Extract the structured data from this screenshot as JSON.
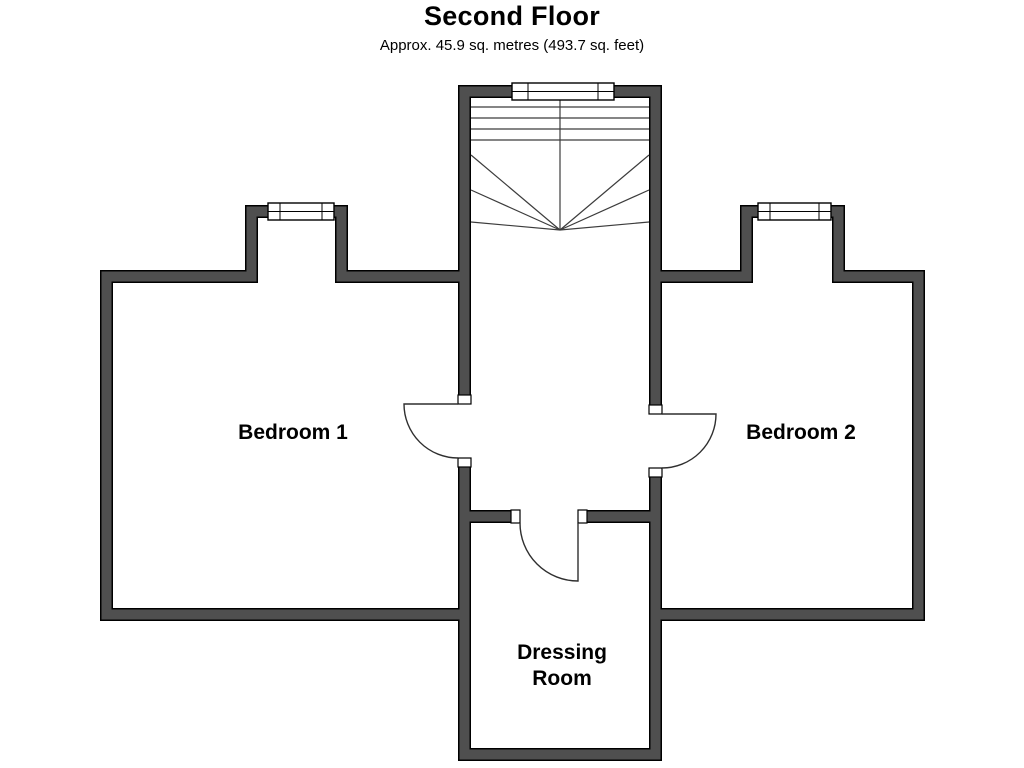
{
  "header": {
    "title": "Second Floor",
    "subtitle": "Approx. 45.9 sq. metres (493.7 sq. feet)"
  },
  "rooms": {
    "bedroom1": {
      "label": "Bedroom 1"
    },
    "bedroom2": {
      "label": "Bedroom 2"
    },
    "dressing": {
      "label": "Dressing Room"
    }
  },
  "plan": {
    "wall_color": "#4f4f4f",
    "outline_color": "#000000",
    "floor_color": "#ffffff",
    "features": [
      "staircase",
      "window-stairwell",
      "window-bedroom-1",
      "window-bedroom-2",
      "door-bedroom-1",
      "door-bedroom-2",
      "door-dressing-room"
    ]
  }
}
